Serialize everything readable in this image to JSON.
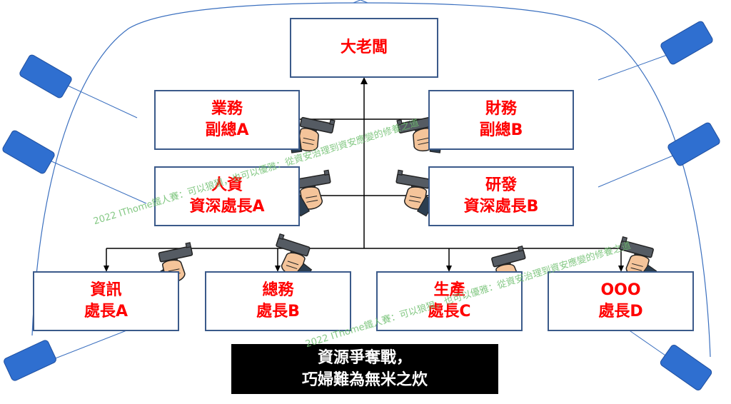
{
  "top": {
    "line1": "大老闆"
  },
  "vp_a": {
    "line1": "業務",
    "line2": "副總A"
  },
  "vp_b": {
    "line1": "財務",
    "line2": "副總B"
  },
  "senior_a": {
    "line1": "人資",
    "line2": "資深處長A"
  },
  "senior_b": {
    "line1": "研發",
    "line2": "資深處長B"
  },
  "heads": [
    {
      "line1": "資訊",
      "line2": "處長A"
    },
    {
      "line1": "總務",
      "line2": "處長B"
    },
    {
      "line1": "生產",
      "line2": "處長C"
    },
    {
      "line1": "OOO",
      "line2": "處長D"
    }
  ],
  "caption": {
    "line1": "資源爭奪戰，",
    "line2": "巧婦難為無米之炊"
  },
  "watermark": {
    "text1": "2022 IThome鐵人賽：可以狼狽，也可以優雅：從資安治理到資安應變的修養之道",
    "text2": "2022 IThome鐵人賽：可以狼狽，也可以優雅：從資安治理到資安應變的修養之道"
  },
  "colors": {
    "box_border": "#3b5a8a",
    "box_text": "#ff0000",
    "car": "#2f6fd0",
    "arc": "#3a6fbf"
  }
}
